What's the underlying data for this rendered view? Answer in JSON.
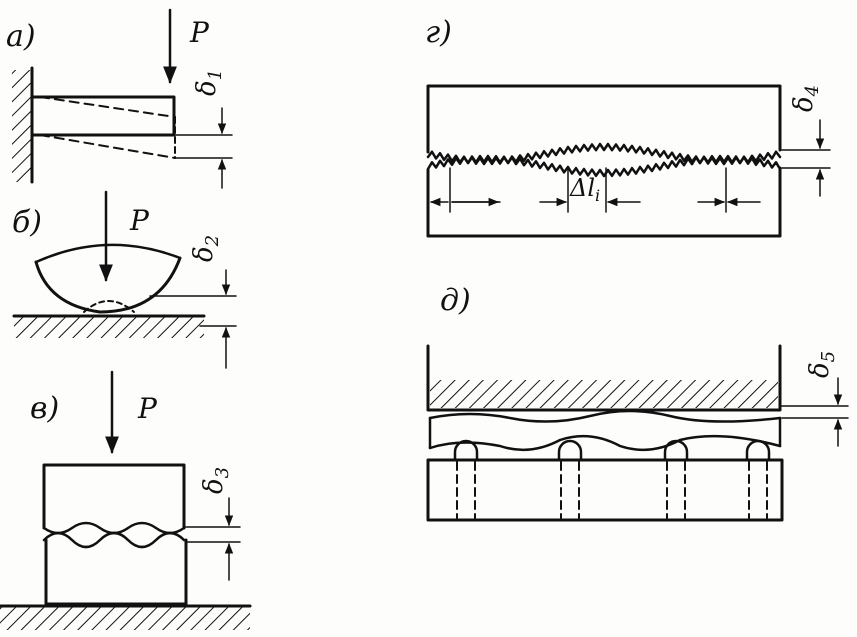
{
  "panels": {
    "a": {
      "label": "а)",
      "force": "P",
      "delta": "δ",
      "sub": "1"
    },
    "b": {
      "label": "б)",
      "force": "P",
      "delta": "δ",
      "sub": "2"
    },
    "v": {
      "label": "в)",
      "force": "P",
      "delta": "δ",
      "sub": "3"
    },
    "g": {
      "label": "г)",
      "delta": "δ",
      "sub": "4",
      "dl": "Δl",
      "dl_sub": "i"
    },
    "d": {
      "label": "д)",
      "delta": "δ",
      "sub": "5"
    }
  }
}
